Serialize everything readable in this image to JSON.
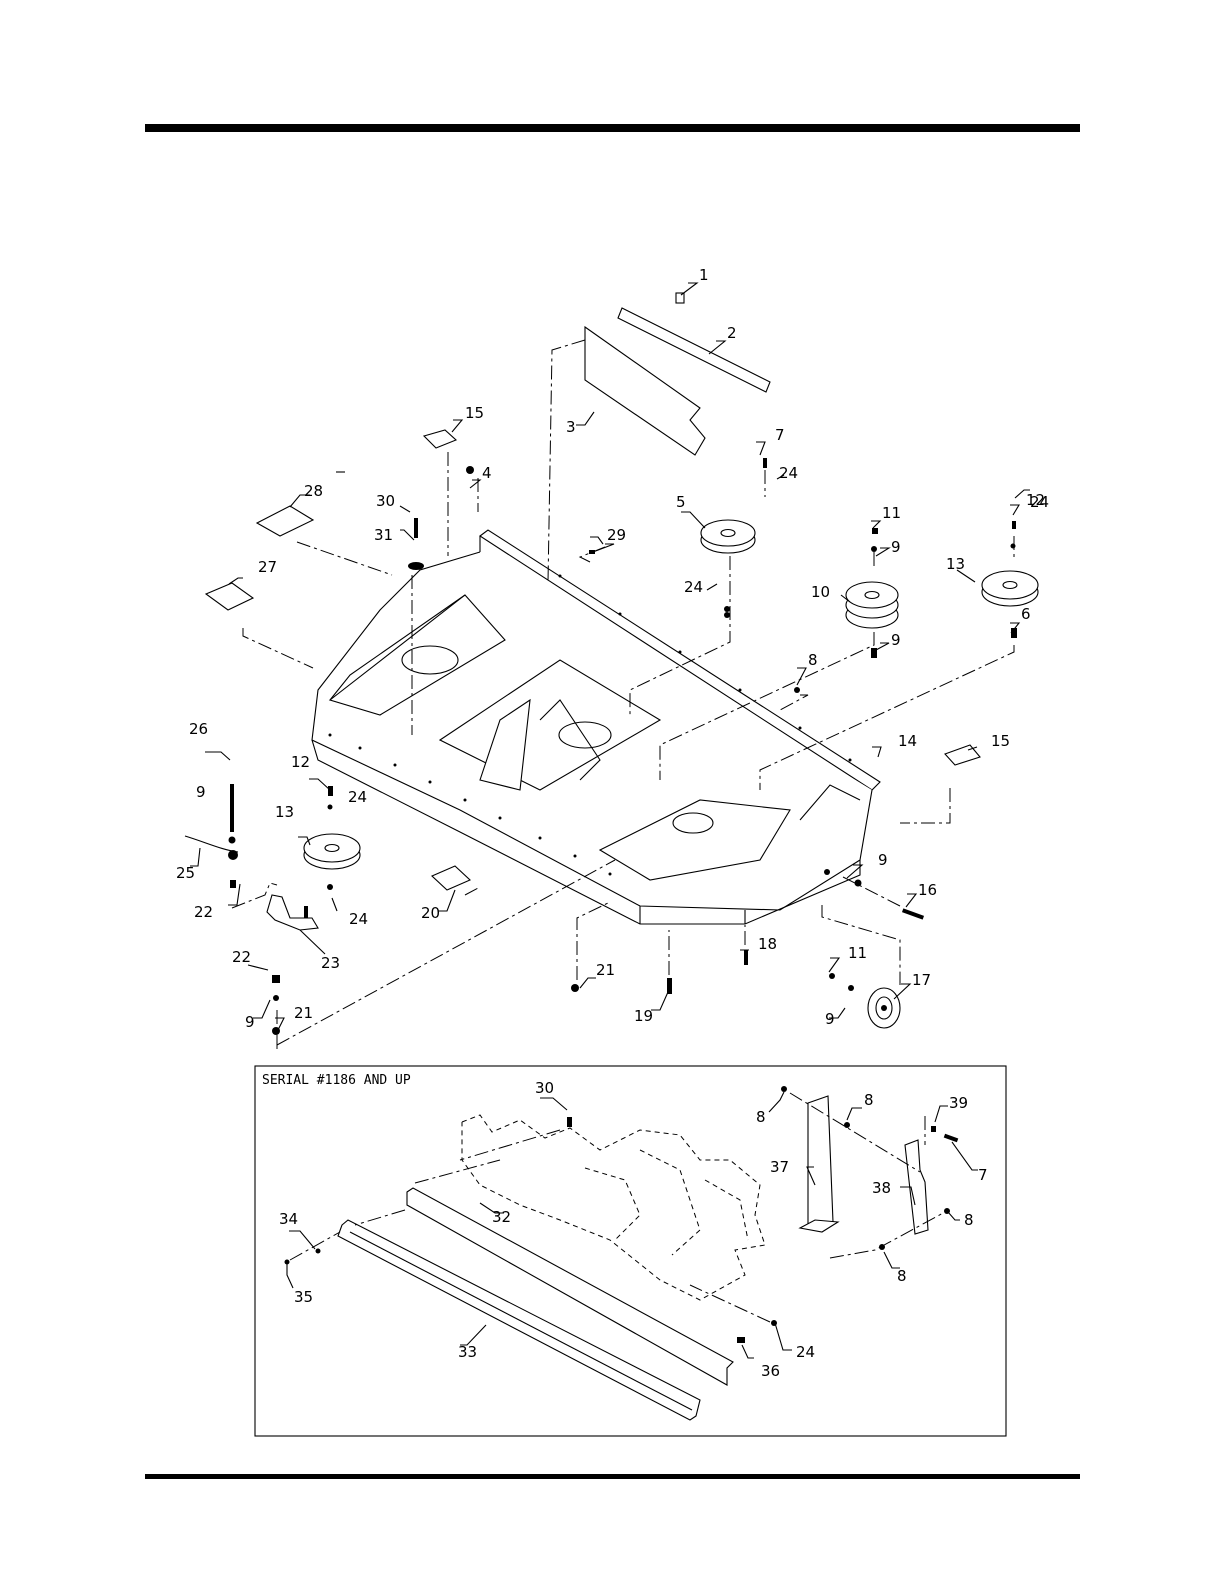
{
  "inset": {
    "caption": "SERIAL #1186 AND UP"
  },
  "callouts": {
    "c1": "1",
    "c2": "2",
    "c3": "3",
    "c4": "4",
    "c5": "5",
    "c6": "6",
    "c7": "7",
    "c8": "8",
    "c9": "9",
    "c10": "10",
    "c11": "11",
    "c12": "12",
    "c13": "13",
    "c14": "14",
    "c15": "15",
    "c16": "16",
    "c17": "17",
    "c18": "18",
    "c19": "19",
    "c20": "20",
    "c21": "21",
    "c22": "22",
    "c23": "23",
    "c24": "24",
    "c25": "25",
    "c26": "26",
    "c27": "27",
    "c28": "28",
    "c29": "29",
    "c30": "30",
    "c31": "31",
    "c32": "32",
    "c33": "33",
    "c34": "34",
    "c35": "35",
    "c36": "36",
    "c37": "37",
    "c38": "38",
    "c39": "39"
  },
  "colors": {
    "ink": "#000000",
    "paper": "#ffffff"
  }
}
